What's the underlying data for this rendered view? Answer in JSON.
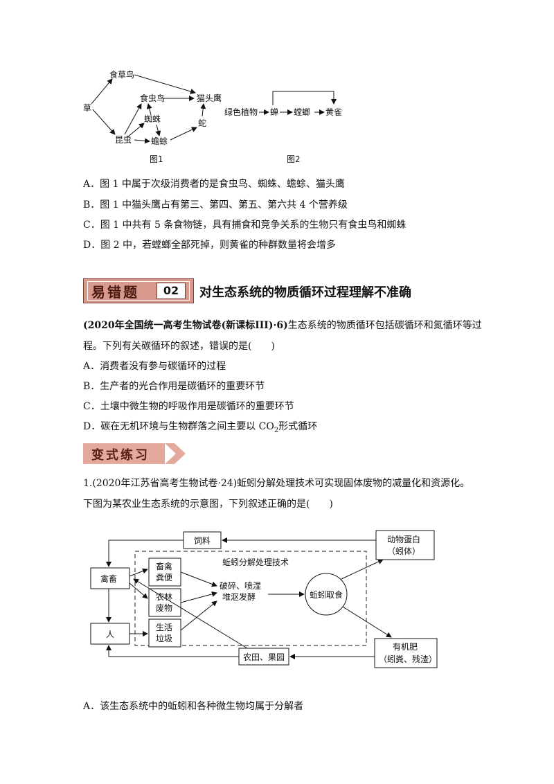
{
  "figure1": {
    "nodes": {
      "cao": "草",
      "shicaoniao": "食草鸟",
      "shichongniao": "食虫鸟",
      "maotouying": "猫头鹰",
      "zhizhu": "蜘蛛",
      "she": "蛇",
      "kunchong": "昆虫",
      "chanchu": "蟾蜍"
    },
    "caption": "图1"
  },
  "figure2": {
    "nodes": {
      "lvse": "绿色植物",
      "chan": "蝉",
      "tanglang": "螳螂",
      "huangque": "黄雀"
    },
    "caption": "图2"
  },
  "q1_options": [
    "A．图 1 中属于次级消费者的是食虫鸟、蜘蛛、蟾蜍、猫头鹰",
    "B．图 1 中猫头鹰占有第三、第四、第五、第六共 4 个营养级",
    "C．图 1 中共有 5 条食物链，具有捕食和竞争关系的生物只有食虫鸟和蜘蛛",
    "D．图 2 中，若螳螂全部死掉，则黄雀的种群数量将会增多"
  ],
  "section2": {
    "label": "易错题",
    "number": "02",
    "title": "对生态系统的物质循环过程理解不准确"
  },
  "q2": {
    "source": "(2020年全国统一高考生物试卷(新课标III)·6)",
    "stem_line1": "生态系统的物质循环包括碳循环和氮循环等过",
    "stem_line2": "程。下列有关碳循环的叙述，错误的是(　　)",
    "options": [
      "A．消费者没有参与碳循环的过程",
      "B．生产者的光合作用是碳循环的重要环节",
      "C．土壤中微生物的呼吸作用是碳循环的重要环节"
    ],
    "option_d_prefix": "D．碳在无机环境与生物群落之间主要以 CO",
    "option_d_sub": "2",
    "option_d_suffix": "形式循环"
  },
  "variant": {
    "label": "变式练习"
  },
  "q3": {
    "line1": "1.(2020年江苏省高考生物试卷·24)蚯蚓分解处理技术可实现固体废物的减量化和资源化。",
    "line2": "下图为某农业生态系统的示意图，下列叙述正确的是(　　)"
  },
  "figure3": {
    "siliao": "饲料",
    "dongwu_line1": "动物蛋白",
    "dongwu_line2": "（蚓体）",
    "tech": "蚯蚓分解处理技术",
    "qinchu": "禽畜",
    "chuqin_line1": "畜禽",
    "chuqin_line2": "粪便",
    "nonglin_line1": "农林",
    "nonglin_line2": "废物",
    "shenghuo_line1": "生活",
    "shenghuo_line2": "垃圾",
    "ren": "人",
    "posui_line1": "破碎、喷湿",
    "posui_line2": "堆沤发酵",
    "qiuyin": "蚯蚓取食",
    "youji_line1": "有机肥",
    "youji_line2": "（蚓粪、残渣）",
    "nongtian": "农田、果园"
  },
  "q3_option_a": "A．该生态系统中的蚯蚓和各种微生物均属于分解者"
}
